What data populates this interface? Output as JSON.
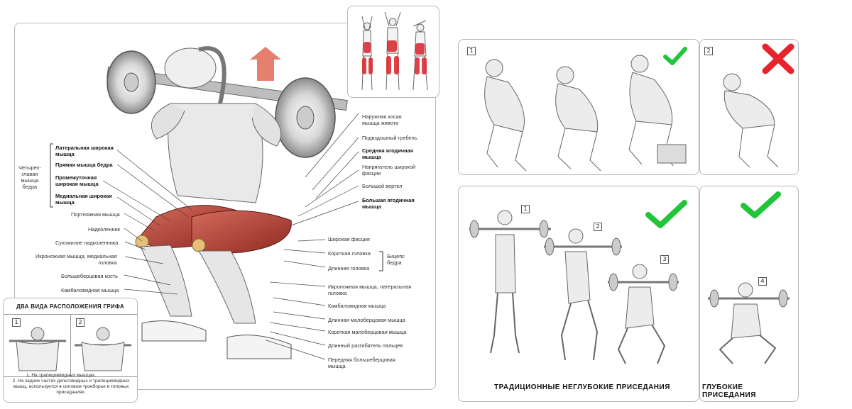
{
  "left_panel": {
    "labels_left": [
      "Латеральная широкая\nмышца",
      "Прямая мышца бедра",
      "Промежуточная\nширокая мышца",
      "Медиальная широкая\nмышца",
      "Портняжная мышца",
      "Надколенник",
      "Сухожилие надколенника",
      "Икроножная мышца, медиальная\nголовка",
      "Большеберцовая кость",
      "Камбаловидная мышца"
    ],
    "quad_group_label": "Четырех-\nглавая\nмышца\nбедра",
    "labels_right": [
      "Наружная косая\nмышца живота",
      "Подвздошный гребень",
      "Средняя ягодичная\nмышца",
      "Напрягатель широкой\nфасции",
      "Большой вертел",
      "Большая ягодичная\nмышца",
      "Широкая фасция",
      "Короткая головка",
      "Длинная головка",
      "Икроножная мышца, латеральная\nголовка",
      "Камбаловидная мышца",
      "Длинная малоберцовая мышца",
      "Короткая малоберцовая мышца",
      "Длинный разгибатель пальцев",
      "Передняя большеберцовая\nмышца"
    ],
    "biceps_group_label": "Бицепс\nбедра",
    "grip_box": {
      "title": "ДВА ВИДА РАСПОЛОЖЕНИЯ ГРИФА",
      "num1": "1",
      "num2": "2",
      "note1": "1. На трапециевидных мышцах.",
      "note2": "2. На задних частях дельтовидных и трапециевидных\nмышц, используется в силовом троеборье в типовых\nприседаниях."
    }
  },
  "right_top": {
    "num1": "1",
    "num2": "2",
    "mark1": "check",
    "mark2": "cross"
  },
  "right_bottom": {
    "nums": [
      "1",
      "2",
      "3",
      "4"
    ],
    "caption_left": "ТРАДИЦИОННЫЕ НЕГЛУБОКИЕ ПРИСЕДАНИЯ",
    "caption_right": "ГЛУБОКИЕ ПРИСЕДАНИЯ"
  },
  "colors": {
    "check": "#22c43a",
    "cross": "#e8232b",
    "muscle": "#b8392f",
    "arrow": "#e06a55"
  }
}
